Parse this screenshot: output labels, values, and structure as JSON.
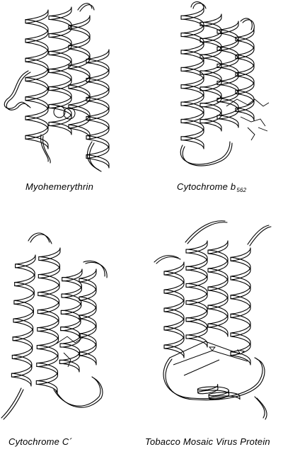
{
  "figure": {
    "panels": [
      {
        "id": "myohemerythrin",
        "caption": "Myohemerythrin",
        "caption_sub": ""
      },
      {
        "id": "cytochrome-b562",
        "caption": "Cytochrome b",
        "caption_sub": "562"
      },
      {
        "id": "cytochrome-c-prime",
        "caption": "Cytochrome C´",
        "caption_sub": ""
      },
      {
        "id": "tmv-protein",
        "caption": "Tobacco Mosaic Virus Protein",
        "caption_sub": ""
      }
    ]
  }
}
